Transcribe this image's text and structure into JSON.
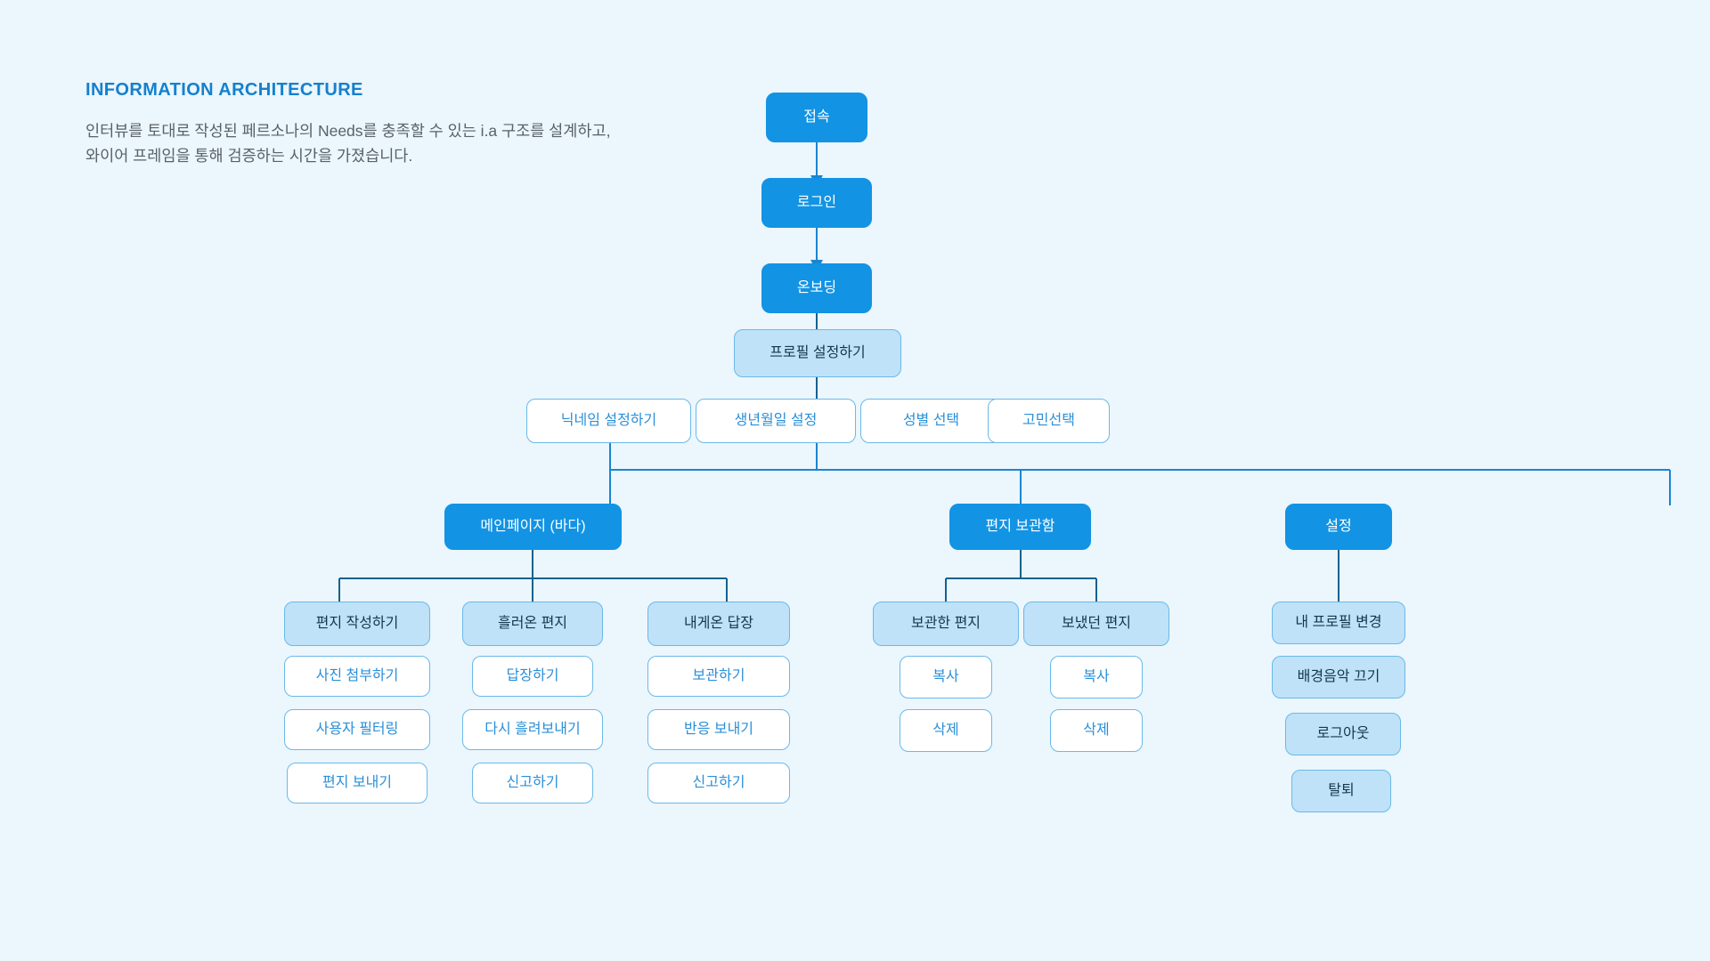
{
  "page": {
    "background_color": "#ebf6fd",
    "title": "INFORMATION ARCHITECTURE",
    "title_color": "#1580cd",
    "description_line1": "인터뷰를 토대로 작성된 페르소나의 Needs를 충족할 수 있는 i.a 구조를 설계하고,",
    "description_line2": "와이어 프레임을 통해 검증하는 시간을 가졌습니다."
  },
  "colors": {
    "solid_fill": "#1293e4",
    "solid_text": "#ffffff",
    "light_fill": "#bfe2f8",
    "light_text": "#14364f",
    "white_fill": "#ffffff",
    "white_text": "#2a8fd8",
    "node_border": "#6bb9e8",
    "link_primary": "#1a86cf",
    "link_dark": "#12628f"
  },
  "nodes": {
    "access": {
      "label": "접속",
      "style": "solid"
    },
    "login": {
      "label": "로그인",
      "style": "solid"
    },
    "onboarding": {
      "label": "온보딩",
      "style": "solid"
    },
    "profile_setup": {
      "label": "프로필 설정하기",
      "style": "light"
    },
    "profile_children": [
      {
        "label": "닉네임 설정하기",
        "style": "white"
      },
      {
        "label": "생년월일 설정",
        "style": "white"
      },
      {
        "label": "성별 선택",
        "style": "white"
      },
      {
        "label": "고민선택",
        "style": "white"
      }
    ],
    "main_page": {
      "label": "메인페이지 (바다)",
      "style": "solid"
    },
    "letter_box": {
      "label": "편지 보관함",
      "style": "solid"
    },
    "settings": {
      "label": "설정",
      "style": "solid"
    },
    "main_columns": [
      {
        "head": {
          "label": "편지 작성하기",
          "style": "light"
        },
        "items": [
          {
            "label": "사진 첨부하기",
            "style": "white"
          },
          {
            "label": "사용자 필터링",
            "style": "white"
          },
          {
            "label": "편지 보내기",
            "style": "white"
          }
        ]
      },
      {
        "head": {
          "label": "흘러온 편지",
          "style": "light"
        },
        "items": [
          {
            "label": "답장하기",
            "style": "white"
          },
          {
            "label": "다시 흘려보내기",
            "style": "white"
          },
          {
            "label": "신고하기",
            "style": "white"
          }
        ]
      },
      {
        "head": {
          "label": "내게온 답장",
          "style": "light"
        },
        "items": [
          {
            "label": "보관하기",
            "style": "white"
          },
          {
            "label": "반응 보내기",
            "style": "white"
          },
          {
            "label": "신고하기",
            "style": "white"
          }
        ]
      }
    ],
    "letterbox_columns": [
      {
        "head": {
          "label": "보관한  편지",
          "style": "light"
        },
        "items": [
          {
            "label": "복사",
            "style": "white"
          },
          {
            "label": "삭제",
            "style": "white"
          }
        ]
      },
      {
        "head": {
          "label": "보냈던 편지",
          "style": "light"
        },
        "items": [
          {
            "label": "복사",
            "style": "white"
          },
          {
            "label": "삭제",
            "style": "white"
          }
        ]
      }
    ],
    "settings_items": [
      {
        "label": "내 프로필 변경",
        "style": "light"
      },
      {
        "label": "배경음악 끄기",
        "style": "light"
      },
      {
        "label": "로그아웃",
        "style": "light"
      },
      {
        "label": "탈퇴",
        "style": "light"
      }
    ]
  }
}
